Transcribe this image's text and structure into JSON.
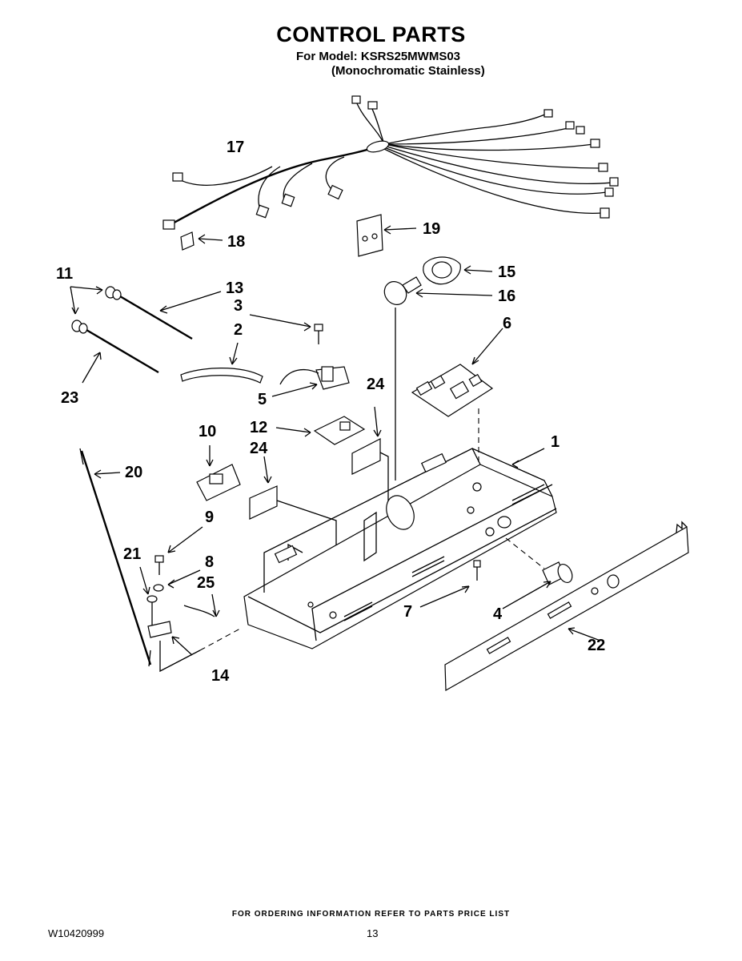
{
  "header": {
    "title": "CONTROL PARTS",
    "model_line": "For Model: KSRS25MWMS03",
    "finish_line": "(Monochromatic Stainless)"
  },
  "callouts": [
    "1",
    "2",
    "3",
    "4",
    "5",
    "6",
    "7",
    "8",
    "9",
    "10",
    "11",
    "12",
    "13",
    "14",
    "15",
    "16",
    "17",
    "18",
    "19",
    "20",
    "21",
    "22",
    "23",
    "24",
    "24",
    "25"
  ],
  "footer": {
    "ordering_note": "FOR ORDERING INFORMATION REFER TO PARTS PRICE LIST",
    "doc_number": "W10420999",
    "page_number": "13"
  }
}
